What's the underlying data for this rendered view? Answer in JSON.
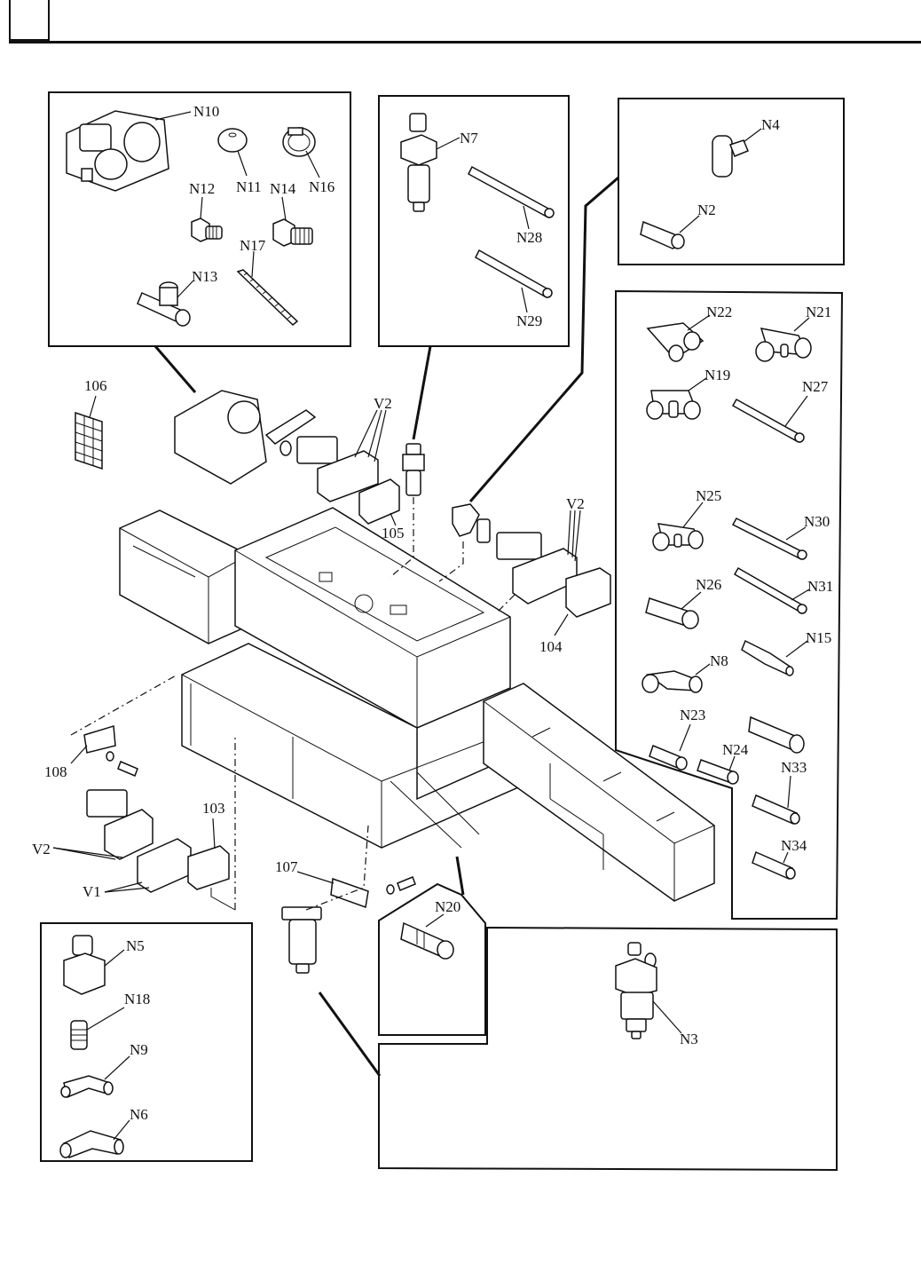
{
  "header": {
    "section_number": ""
  },
  "panels": {
    "compressor_parts": {
      "labels": [
        "N10",
        "N11",
        "N12",
        "N13",
        "N14",
        "N16",
        "N17"
      ]
    },
    "filter_regulator_parts": {
      "labels": [
        "N7",
        "N28",
        "N29"
      ]
    },
    "elbow_parts": {
      "labels": [
        "N4",
        "N2"
      ]
    },
    "fitting_parts": {
      "labels": [
        "N22",
        "N21",
        "N19",
        "N27",
        "N25",
        "N30",
        "N26",
        "N31",
        "N15",
        "N8",
        "N23",
        "N24",
        "N33",
        "N34"
      ]
    },
    "regulator_parts": {
      "labels": [
        "N5",
        "N18",
        "N9",
        "N6"
      ]
    },
    "bulkhead_parts": {
      "labels": [
        "N20"
      ]
    },
    "drain_parts": {
      "labels": [
        "N3"
      ]
    }
  },
  "labels": {
    "N10": "N10",
    "N11": "N11",
    "N12": "N12",
    "N13": "N13",
    "N14": "N14",
    "N16": "N16",
    "N17": "N17",
    "N7": "N7",
    "N28": "N28",
    "N29": "N29",
    "N4": "N4",
    "N2": "N2",
    "N22": "N22",
    "N21": "N21",
    "N19": "N19",
    "N27": "N27",
    "N25": "N25",
    "N30": "N30",
    "N26": "N26",
    "N31": "N31",
    "N15": "N15",
    "N8": "N8",
    "N23": "N23",
    "N24": "N24",
    "N33": "N33",
    "N34": "N34",
    "N5": "N5",
    "N18": "N18",
    "N9": "N9",
    "N6": "N6",
    "N20": "N20",
    "N3": "N3",
    "p106": "106",
    "p105": "105",
    "p104": "104",
    "p103": "103",
    "p107": "107",
    "p108": "108",
    "V2_top": "V2",
    "V2_right": "V2",
    "V2_left": "V2",
    "V1": "V1"
  }
}
